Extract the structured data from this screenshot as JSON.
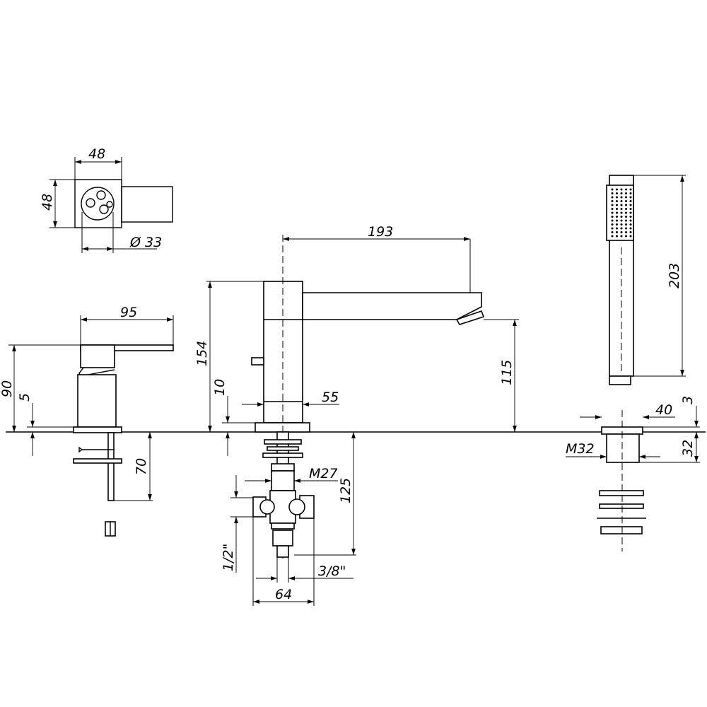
{
  "labels": {
    "top_width": "48",
    "top_height": "48",
    "top_diameter": "Ø 33",
    "lever_reach": "95",
    "lever_height": "90",
    "lever_base": "5",
    "lever_shank": "70",
    "spout_reach": "193",
    "spout_height": "154",
    "spout_base": "10",
    "spout_body": "55",
    "spout_outlet": "115",
    "thread_m27": "M27",
    "pipe_length": "125",
    "inlet_half": "1/2\"",
    "inlet_three_eighth": "3/8\"",
    "inlet_spacing": "64",
    "shower_length": "203",
    "holder_width": "40",
    "holder_rim": "3",
    "holder_thread": "M32",
    "holder_height": "32"
  },
  "colors": {
    "line": "#000000",
    "background": "#ffffff"
  }
}
